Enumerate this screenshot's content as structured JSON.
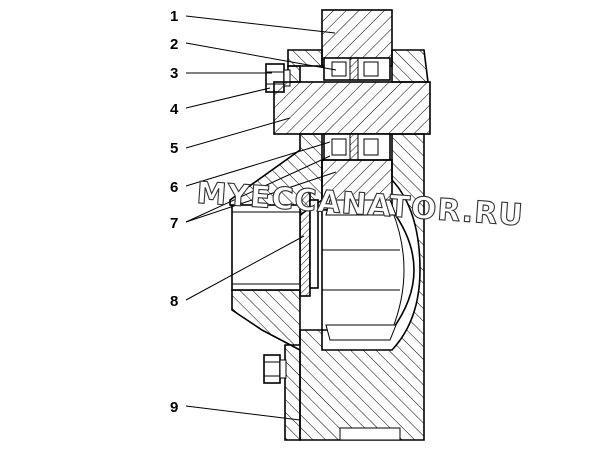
{
  "callouts": [
    {
      "id": "1",
      "label": "1"
    },
    {
      "id": "2",
      "label": "2"
    },
    {
      "id": "3",
      "label": "3"
    },
    {
      "id": "4",
      "label": "4"
    },
    {
      "id": "5",
      "label": "5"
    },
    {
      "id": "6",
      "label": "6"
    },
    {
      "id": "7",
      "label": "7"
    },
    {
      "id": "8",
      "label": "8"
    },
    {
      "id": "9",
      "label": "9"
    }
  ],
  "watermark": "MYECCANATOR.RU",
  "colors": {
    "line": "#000000",
    "background": "#ffffff"
  }
}
